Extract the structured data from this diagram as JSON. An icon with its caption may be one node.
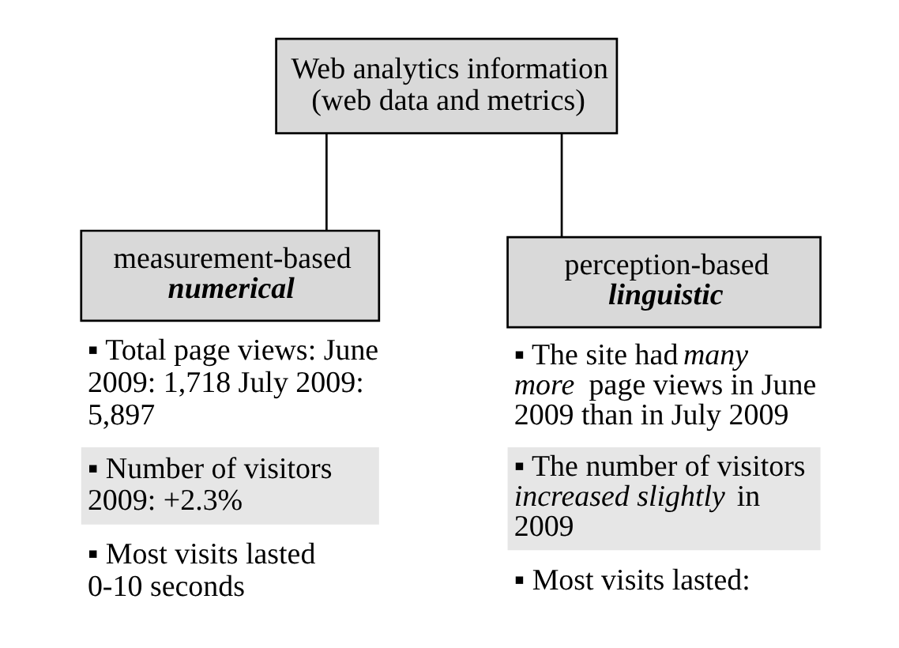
{
  "diagram": {
    "nodes": [
      {
        "text": [
          "Web analytics information (web data and metrics)"
        ]
      },
      {
        "text": [
          "measurement-based",
          "numerical",
          "▪ Total page views: June 2009: 1,718 July 2009: 5,897",
          "▪ Number of visitors 2009: +2.3%",
          "▪ Most visits lasted 0-10 seconds"
        ]
      },
      {
        "text": [
          "perception-based",
          "linguistic",
          "▪ The site had *many more* page views in June 2009 than in July 2009",
          "▪ The number of visitors *increased slightly* in 2009",
          "▪ Most visits lasted:"
        ]
      }
    ],
    "edges": [
      {
        "from": 0,
        "to": 1,
        "arrow": "none"
      },
      {
        "from": 0,
        "to": 2,
        "arrow": "none"
      }
    ]
  }
}
